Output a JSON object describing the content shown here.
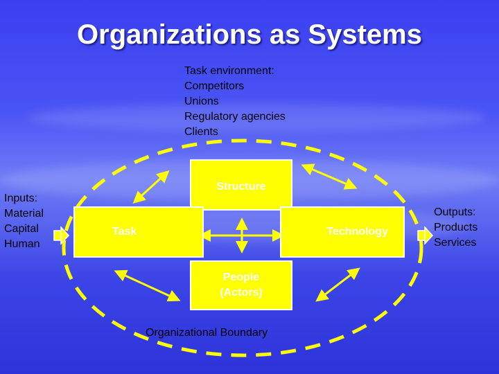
{
  "title": "Organizations as Systems",
  "task_environment": {
    "heading": "Task environment:",
    "items": [
      "Competitors",
      "Unions",
      "Regulatory agencies",
      "Clients"
    ]
  },
  "inputs": {
    "heading": "Inputs:",
    "items": [
      "Material",
      "Capital",
      "Human"
    ]
  },
  "outputs": {
    "heading": "Outputs:",
    "items": [
      "Products",
      "Services"
    ]
  },
  "boxes": {
    "structure": "Structure",
    "task": "Task",
    "technology": "Technology",
    "people_line1": "People",
    "people_line2": "(Actors)"
  },
  "boundary_label": "Organizational Boundary",
  "colors": {
    "box_fill": "#ffff00",
    "arrow": "#ffff00",
    "background": "#3a3ff0"
  }
}
